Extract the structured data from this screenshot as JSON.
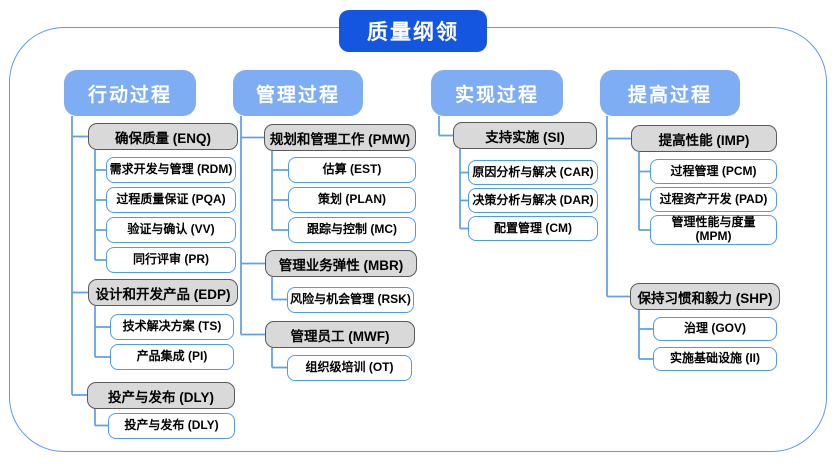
{
  "title": "质量纲领",
  "colors": {
    "title_bg": "#1456E0",
    "header_bg": "#7FADF3",
    "frame_line": "#5B9BEA",
    "connector": "#64A0EC",
    "gray_fill": "#D9D9D9",
    "gray_border": "#58595B",
    "white_border": "#4F9AF0"
  },
  "columns": [
    {
      "label": "行动过程",
      "groups": [
        {
          "label": "确保质量 (ENQ)",
          "children": [
            "需求开发与管理 (RDM)",
            "过程质量保证 (PQA)",
            "验证与确认 (VV)",
            "同行评审 (PR)"
          ]
        },
        {
          "label": "设计和开发产品 (EDP)",
          "children": [
            "技术解决方案 (TS)",
            "产品集成 (PI)"
          ]
        },
        {
          "label": "投产与发布 (DLY)",
          "children": [
            "投产与发布 (DLY)"
          ]
        }
      ]
    },
    {
      "label": "管理过程",
      "groups": [
        {
          "label": "规划和管理工作 (PMW)",
          "children": [
            "估算 (EST)",
            "策划 (PLAN)",
            "跟踪与控制 (MC)"
          ]
        },
        {
          "label": "管理业务弹性 (MBR)",
          "children": [
            "风险与机会管理 (RSK)"
          ]
        },
        {
          "label": "管理员工 (MWF)",
          "children": [
            "组织级培训 (OT)"
          ]
        }
      ]
    },
    {
      "label": "实现过程",
      "groups": [
        {
          "label": "支持实施 (SI)",
          "children": [
            "原因分析与解决 (CAR)",
            "决策分析与解决 (DAR)",
            "配置管理 (CM)"
          ]
        }
      ]
    },
    {
      "label": "提高过程",
      "groups": [
        {
          "label": "提高性能 (IMP)",
          "children": [
            "过程管理 (PCM)",
            "过程资产开发 (PAD)",
            "管理性能与度量\n(MPM)"
          ]
        },
        {
          "label": "保持习惯和毅力 (SHP)",
          "children": [
            "治理 (GOV)",
            "实施基础设施 (II)"
          ]
        }
      ]
    }
  ]
}
